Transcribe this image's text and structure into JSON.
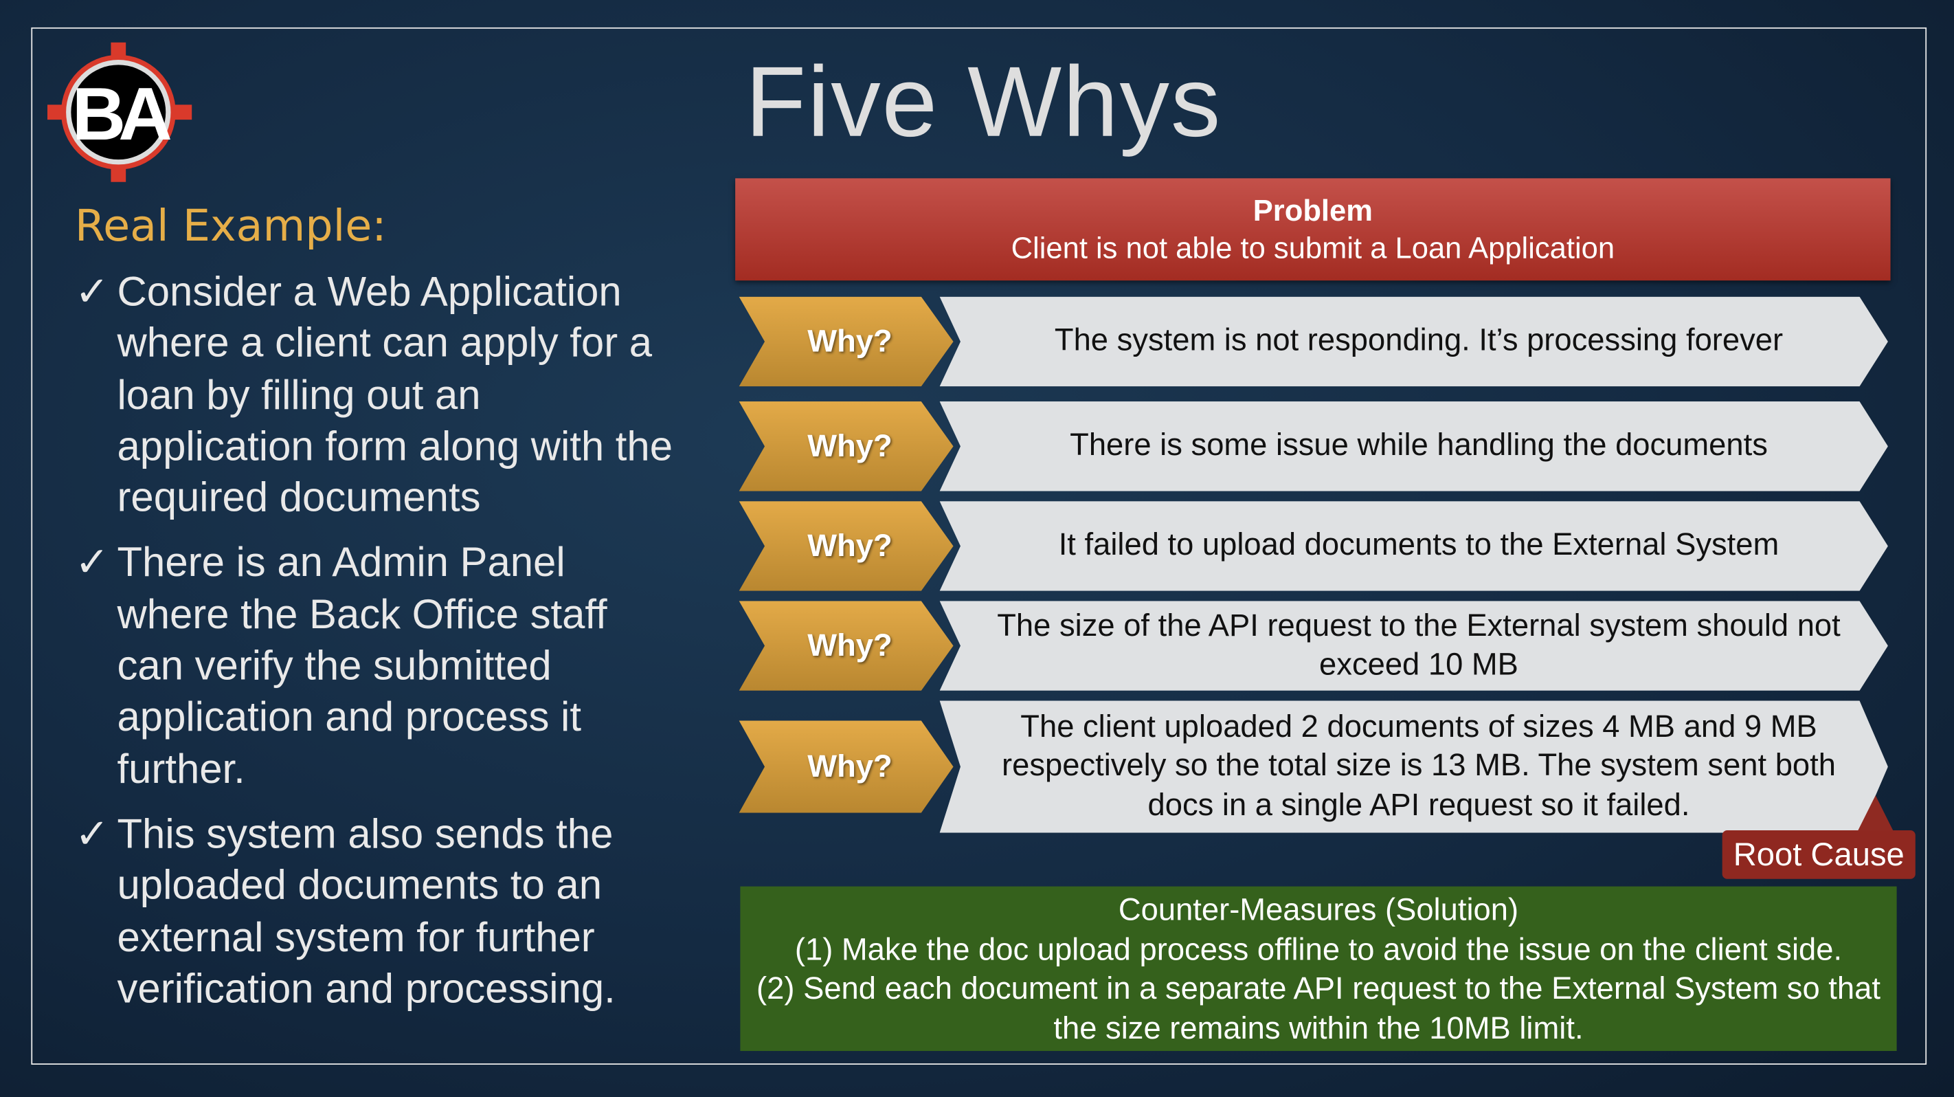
{
  "logo": {
    "text": "BA",
    "colors": {
      "ring": "#d93a2b",
      "letters": "#ffffff"
    }
  },
  "title": "Five Whys",
  "left": {
    "heading": "Real Example:",
    "check_icon": "✓",
    "bullets": [
      "Consider a Web Application where a client can apply for a loan by filling out an application form along with the required documents",
      "There is an Admin Panel where the Back Office staff can verify the submitted application and process it further.",
      "This system also sends the uploaded documents to an external system for further verification and processing."
    ]
  },
  "problem": {
    "label": "Problem",
    "text": "Client is not able to submit a Loan Application"
  },
  "whys": [
    {
      "label": "Why?",
      "answer": "The system is not responding. It’s processing forever"
    },
    {
      "label": "Why?",
      "answer": "There is some issue while handling the documents"
    },
    {
      "label": "Why?",
      "answer": "It failed to upload documents to the External System"
    },
    {
      "label": "Why?",
      "answer": "The size of the API request to the External system should not exceed 10 MB"
    },
    {
      "label": "Why?",
      "answer": "The client uploaded 2 documents of sizes 4 MB and 9 MB respectively so the total size is 13 MB. The system sent both docs in a single API request so it failed."
    }
  ],
  "root_cause": "Root Cause",
  "countermeasures": {
    "title": "Counter-Measures (Solution)",
    "items": [
      "(1) Make the doc upload process offline to avoid the issue on the client side.",
      "(2) Send each document in a separate API request to the External System so that the size remains within the 10MB limit."
    ]
  },
  "colors": {
    "problem": "#b23a30",
    "why": "#d49c3e",
    "answer": "#dfe1e3",
    "root_cause": "#8f2820",
    "countermeasures": "#35611c",
    "heading": "#e6ae48"
  }
}
